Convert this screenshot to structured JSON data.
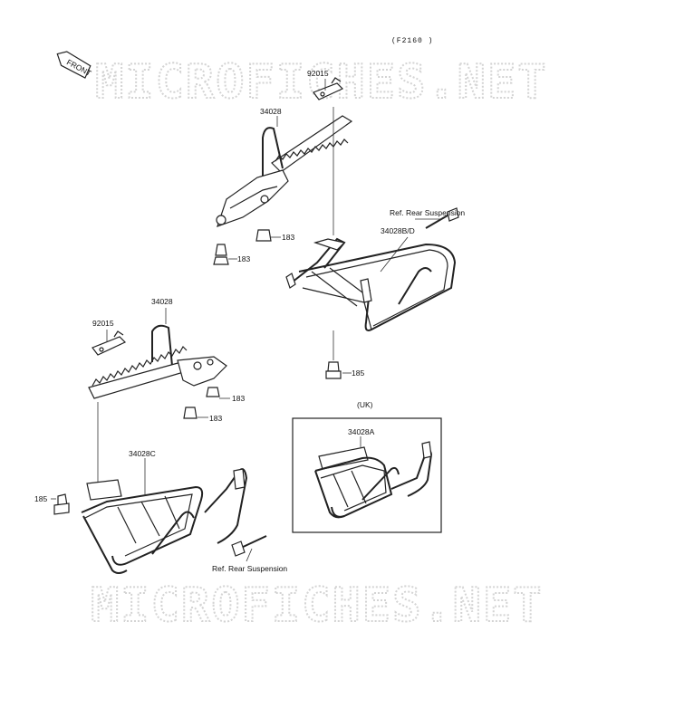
{
  "figure_code": "(F2160 )",
  "watermark": "MICROFICHES.NET",
  "front_label": "FRONT",
  "inset_label": "(UK)",
  "labels": {
    "p92015_top": "92015",
    "p34028_top": "34028",
    "p183_a": "183",
    "p183_b": "183",
    "ref_rear_top": "Ref. Rear Suspension",
    "p34028BD": "34028B/D",
    "p185_right": "185",
    "p34028_left": "34028",
    "p92015_left": "92015",
    "p183_c": "183",
    "p183_d": "183",
    "p34028C": "34028C",
    "p185_left": "185",
    "p34028A": "34028A",
    "ref_rear_bottom": "Ref. Rear Suspension"
  }
}
